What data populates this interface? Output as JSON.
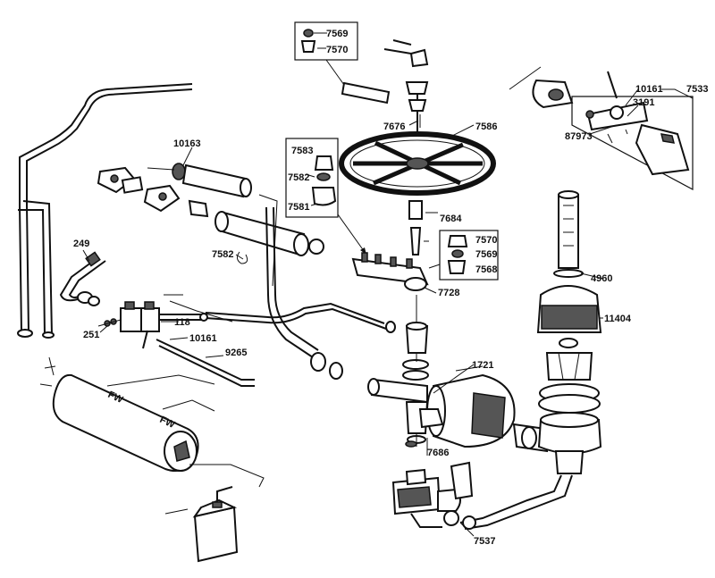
{
  "labels": {
    "p7569a": "7569",
    "p7570a": "7570",
    "p10161a": "10161",
    "p7533": "7533",
    "p3191": "3191",
    "p87973": "87973",
    "p7676": "7676",
    "p7586": "7586",
    "p10163": "10163",
    "p7583": "7583",
    "p7582a": "7582",
    "p7581": "7581",
    "p7684": "7684",
    "p7570b": "7570",
    "p7569b": "7569",
    "p7568": "7568",
    "p249": "249",
    "p7582b": "7582",
    "p7728": "7728",
    "p4960": "4960",
    "p11404": "11404",
    "p118": "118",
    "p251": "251",
    "p10161b": "10161",
    "p9265": "9265",
    "p1721": "1721",
    "p7686": "7686",
    "p7537": "7537"
  },
  "tank_marks": {
    "front": "FW",
    "back": "FW"
  }
}
